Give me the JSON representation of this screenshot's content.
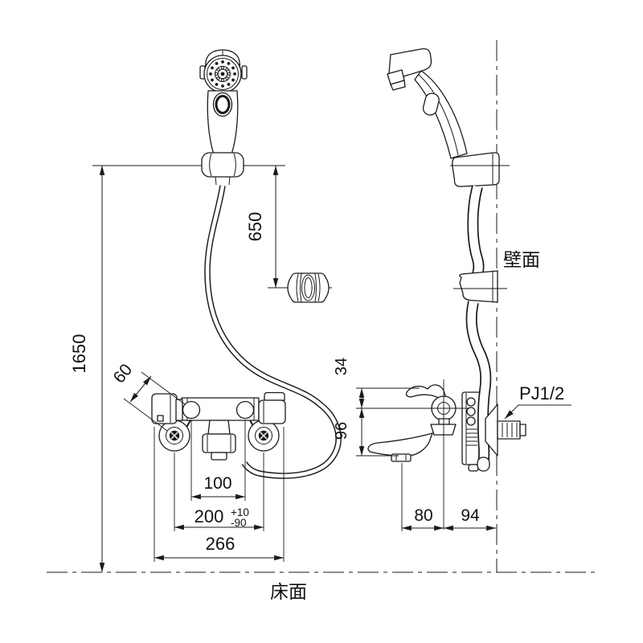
{
  "dims": {
    "height_floor_to_holder": "1650",
    "height_hook_to_holder": "650",
    "eccentric_leg": "60",
    "center_100": "100",
    "pitch_200": "200",
    "pitch_tol_plus": "+10",
    "pitch_tol_minus": "-90",
    "overall_266": "266",
    "lever_34": "34",
    "spout_96": "96",
    "spout_reach_80": "80",
    "wall_offset_94": "94",
    "thread_label": "PJ1/2"
  },
  "labels": {
    "wall": "壁面",
    "floor": "床面"
  }
}
